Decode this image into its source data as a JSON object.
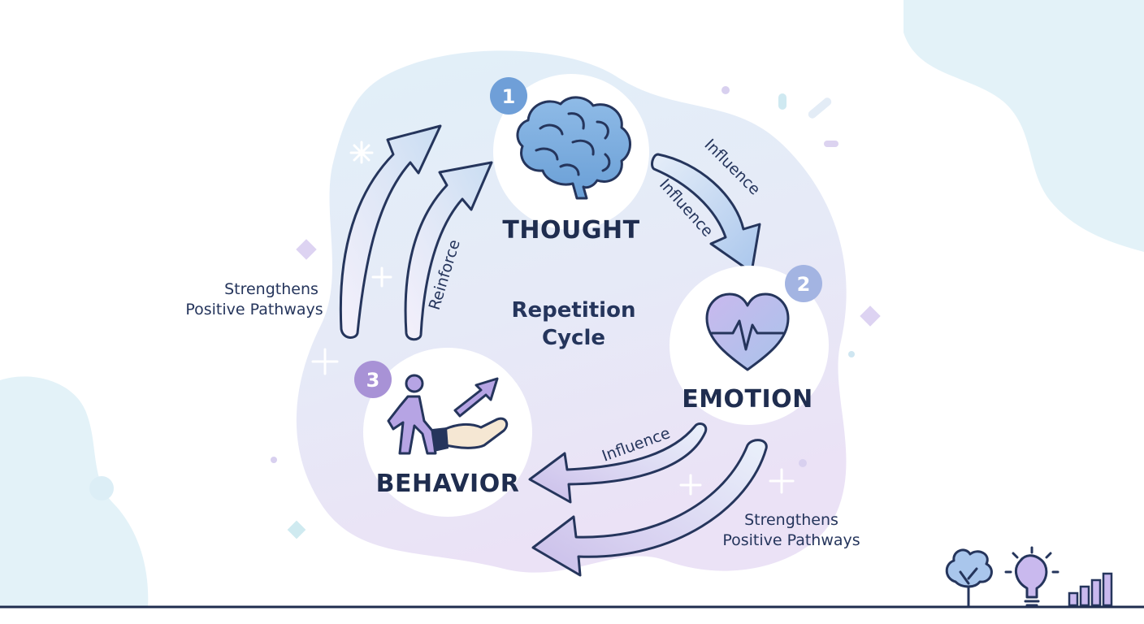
{
  "nodes": {
    "thought": {
      "badge": "1",
      "title": "THOUGHT"
    },
    "emotion": {
      "badge": "2",
      "title": "EMOTION"
    },
    "behavior": {
      "badge": "3",
      "title": "BEHAVIOR"
    }
  },
  "center": {
    "line1": "Repetition",
    "line2": "Cycle"
  },
  "arrow_labels": {
    "thought_to_emotion_outer": "Influence",
    "thought_to_emotion_inner": "Influence",
    "emotion_to_behavior": "Influence",
    "behavior_to_thought": "Reinforce"
  },
  "side_labels": {
    "left": {
      "line1": "Strengthens",
      "line2": "Positive Pathways"
    },
    "bottom_right": {
      "line1": "Strengthens",
      "line2": "Positive Pathways"
    }
  },
  "colors": {
    "navy": "#1f2d4f",
    "badge_blue": "#6f9fd8",
    "badge_purple": "#a892d6",
    "brain_blue": "#7aaee0",
    "heart_purple": "#b6a4e4",
    "blob_blue": "#e3f1f8",
    "blob_purple": "#e8e0f5"
  },
  "icons": [
    "brain-icon",
    "heart-pulse-icon",
    "walking-person-icon",
    "hand-icon",
    "trend-arrow-icon",
    "tree-icon",
    "lightbulb-icon",
    "bar-chart-icon"
  ]
}
